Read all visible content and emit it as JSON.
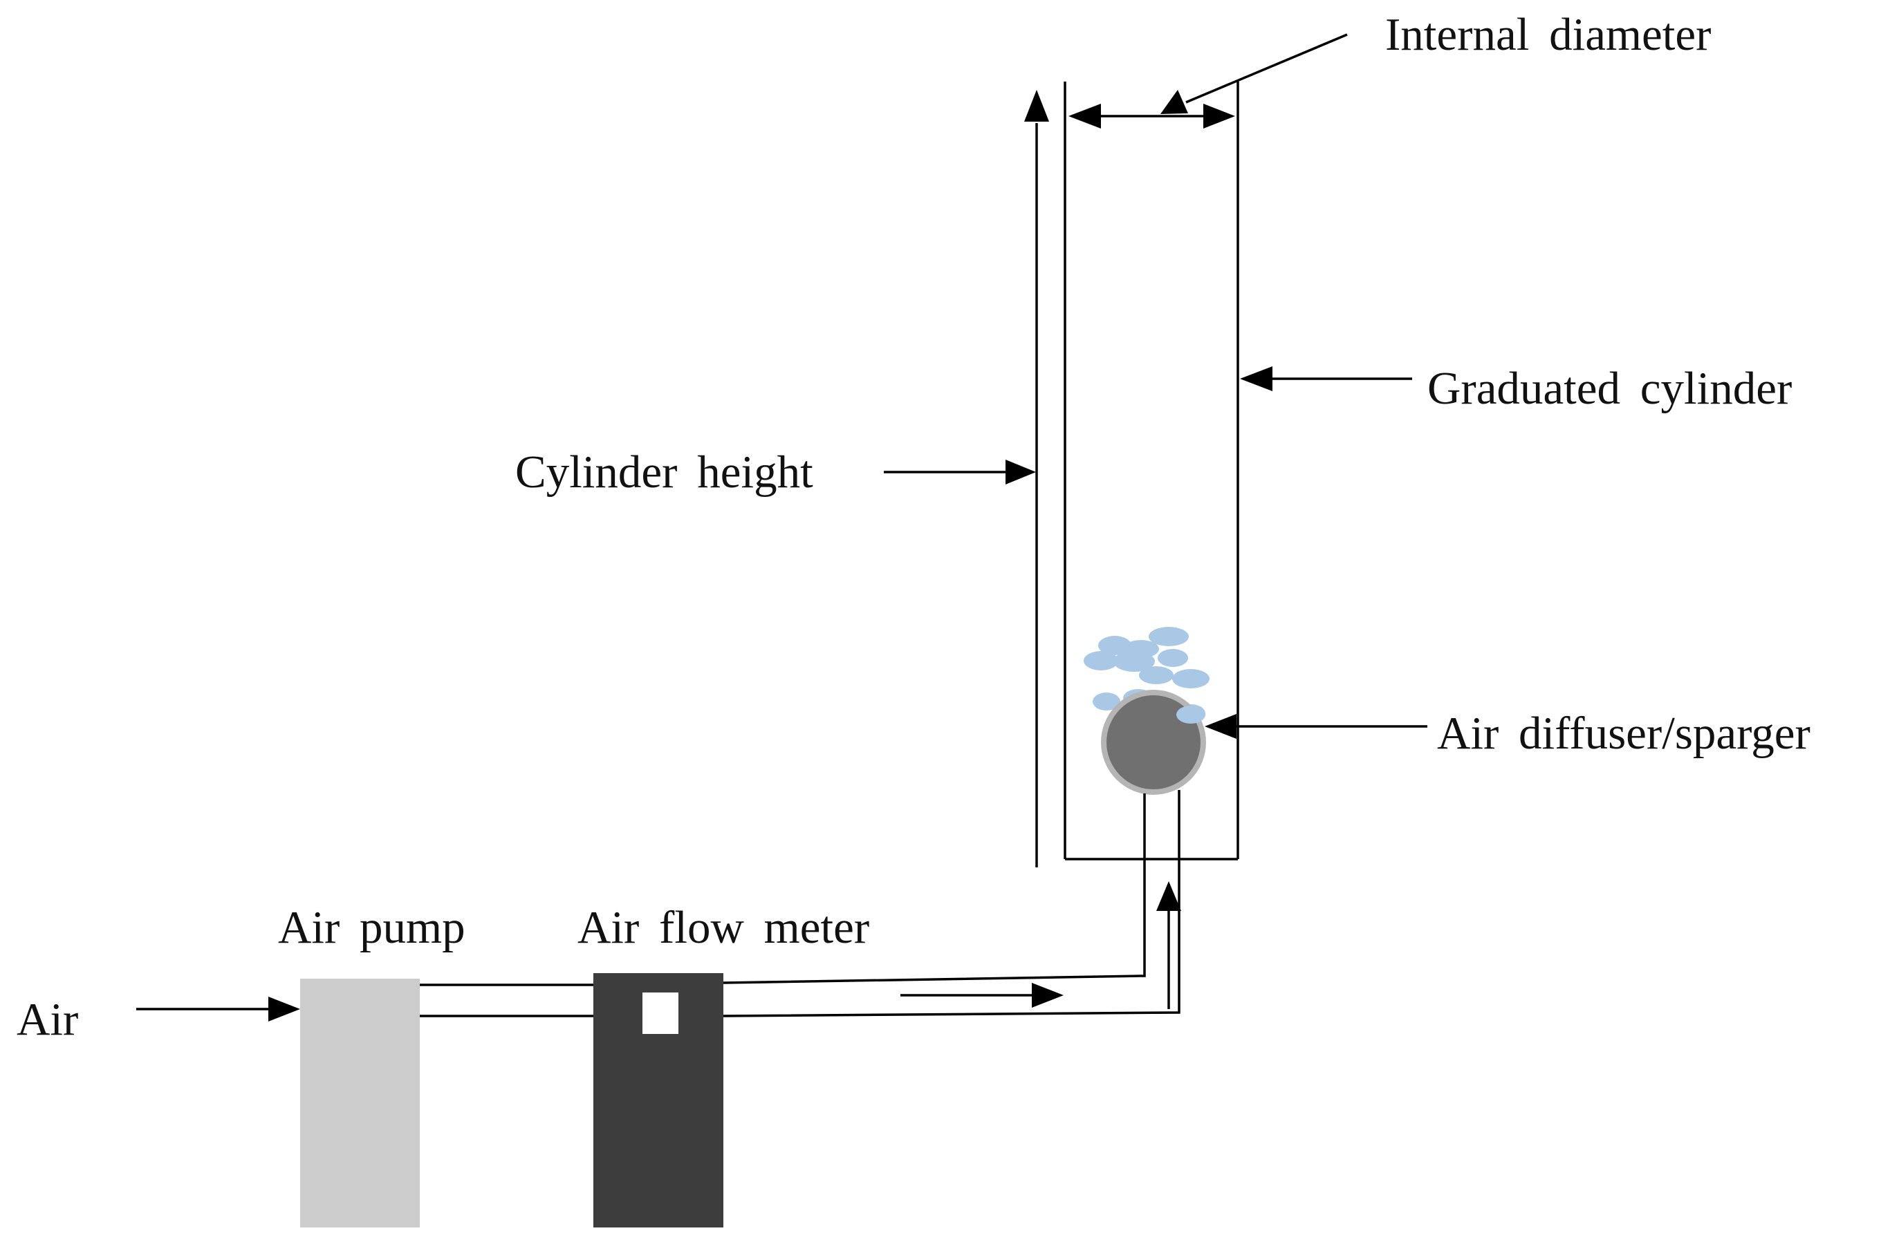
{
  "labels": {
    "internal_diameter": "Internal diameter",
    "graduated_cylinder": "Graduated cylinder",
    "cylinder_height": "Cylinder height",
    "air_diffuser": "Air diffuser/sparger",
    "air_pump": "Air pump",
    "air_flow_meter": "Air flow meter",
    "air": "Air"
  },
  "colors": {
    "air_pump": "#cccccc",
    "air_flow_meter": "#3d3d3d",
    "flow_meter_window": "#ffffff",
    "diffuser_fill": "#707070",
    "diffuser_ring": "#b5b5b5",
    "bubbles": "#a9c8e6"
  }
}
